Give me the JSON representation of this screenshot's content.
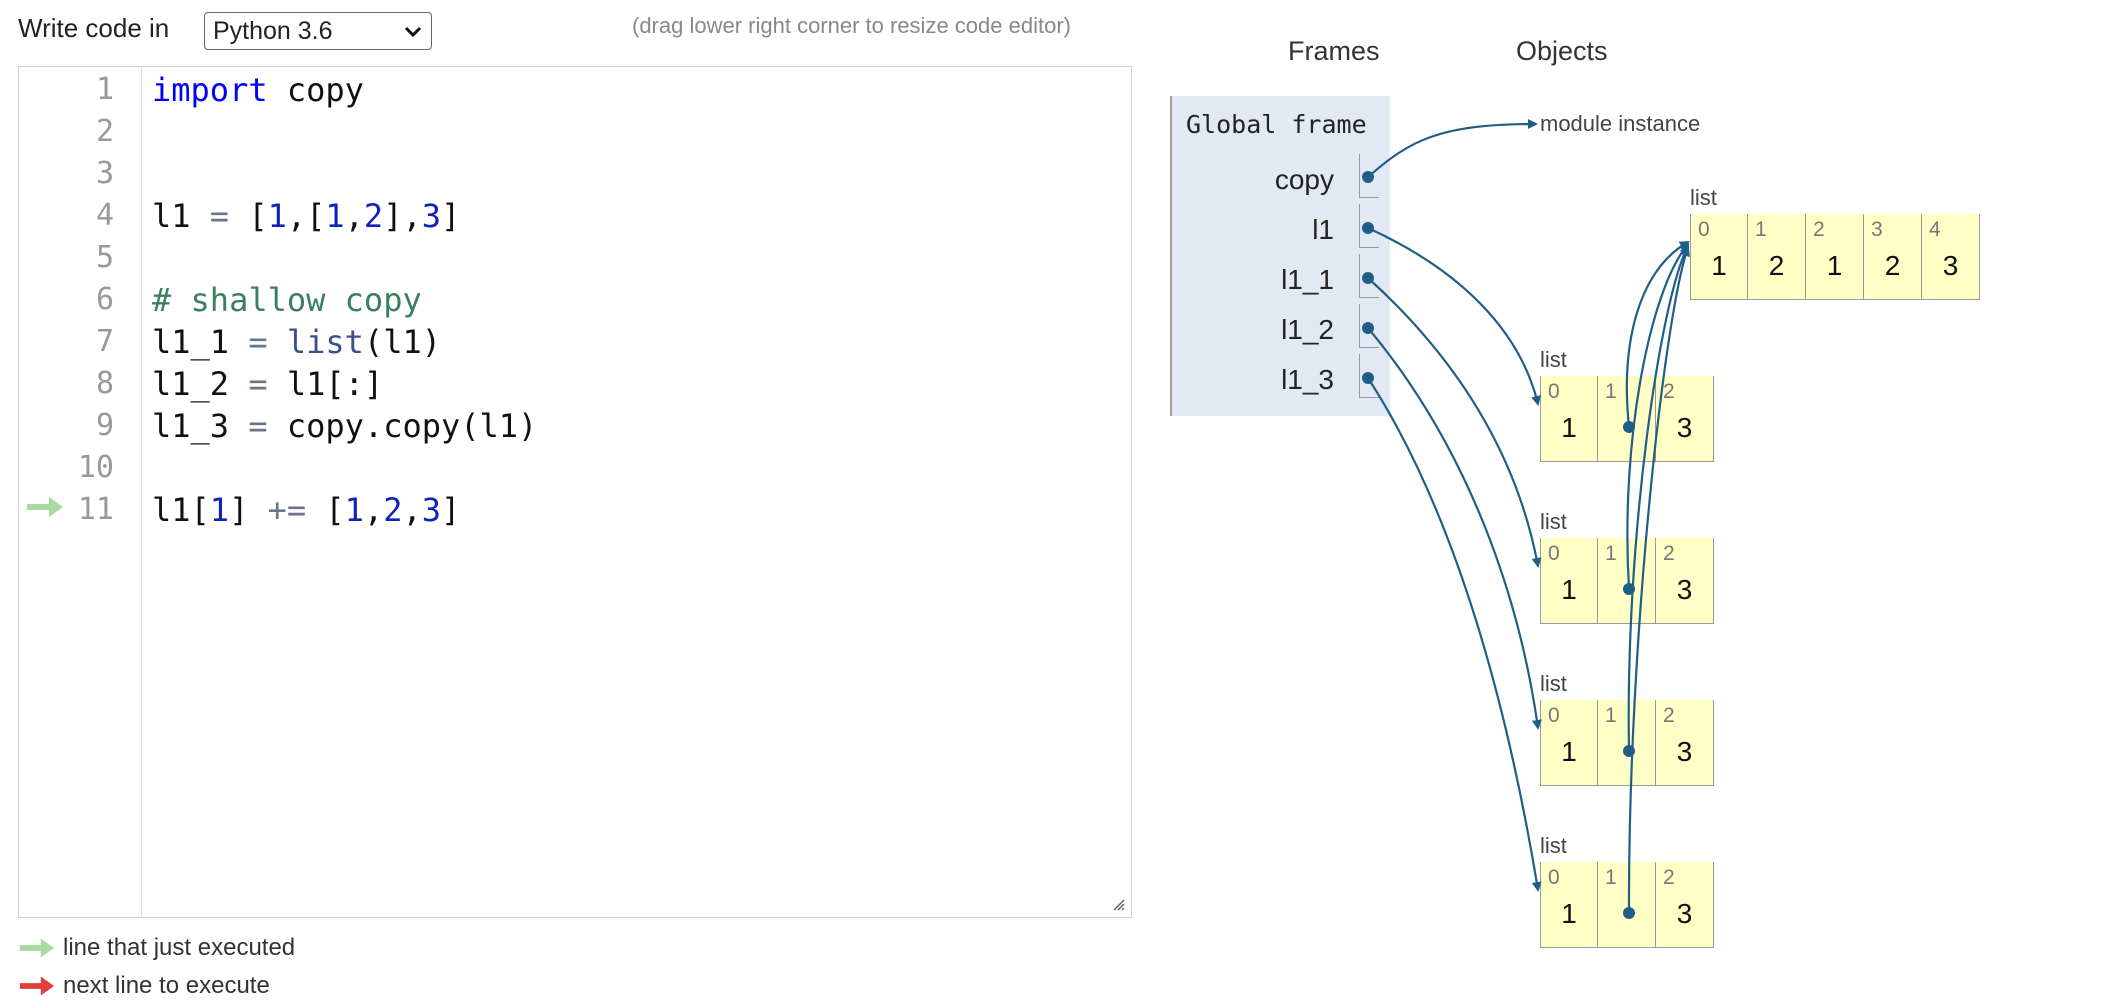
{
  "header": {
    "lang_label": "Write code in",
    "lang_selected": "Python 3.6",
    "resize_hint": "(drag lower right corner to resize code editor)"
  },
  "editor": {
    "line_numbers": [
      "1",
      "2",
      "3",
      "4",
      "5",
      "6",
      "7",
      "8",
      "9",
      "10",
      "11"
    ],
    "current_line": "11"
  },
  "legend": {
    "just_executed": "line that just executed",
    "next_to_execute": "next line to execute"
  },
  "visualizer": {
    "frames_header": "Frames",
    "objects_header": "Objects",
    "global_frame": {
      "title": "Global frame",
      "vars": [
        "copy",
        "l1",
        "l1_1",
        "l1_2",
        "l1_3"
      ]
    },
    "module_label": "module instance",
    "inner_list": {
      "label": "list",
      "indices": [
        "0",
        "1",
        "2",
        "3",
        "4"
      ],
      "values": [
        "1",
        "2",
        "1",
        "2",
        "3"
      ]
    },
    "outer_lists": [
      {
        "label": "list",
        "indices": [
          "0",
          "1",
          "2"
        ],
        "values": [
          "1",
          "",
          "3"
        ]
      },
      {
        "label": "list",
        "indices": [
          "0",
          "1",
          "2"
        ],
        "values": [
          "1",
          "",
          "3"
        ]
      },
      {
        "label": "list",
        "indices": [
          "0",
          "1",
          "2"
        ],
        "values": [
          "1",
          "",
          "3"
        ]
      },
      {
        "label": "list",
        "indices": [
          "0",
          "1",
          "2"
        ],
        "values": [
          "1",
          "",
          "3"
        ]
      }
    ]
  },
  "colors": {
    "arrow": "#1f5f86",
    "frame_bg": "#e2e9f3",
    "cell_bg": "#ffffc6",
    "legend_green": "#a9d8a0",
    "legend_red": "#e0403a"
  },
  "code": {
    "l1": [
      "import",
      " copy"
    ],
    "l4": [
      "l1 ",
      "=",
      " [",
      "1",
      ",[",
      "1",
      ",",
      "2",
      "],",
      "3",
      "]"
    ],
    "l6": [
      "# shallow copy"
    ],
    "l7": [
      "l1_1 ",
      "=",
      " ",
      "list",
      "(l1)"
    ],
    "l8": [
      "l1_2 ",
      "=",
      " l1[:]"
    ],
    "l9": [
      "l1_3 ",
      "=",
      " copy.copy(l1)"
    ],
    "l11": [
      "l1[",
      "1",
      "] ",
      "+=",
      " [",
      "1",
      ",",
      "2",
      ",",
      "3",
      "]"
    ]
  }
}
